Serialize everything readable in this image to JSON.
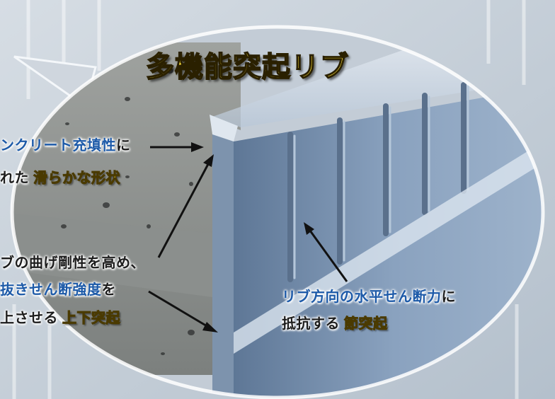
{
  "title": "多機能突起リブ",
  "callouts": {
    "top_left": {
      "line1_blue": "ンクリート充填性",
      "line1_dark": "に",
      "line2_dark": "れた",
      "line2_yellow": "滑らかな形状"
    },
    "bottom_left": {
      "line1_dark": "ブの曲げ剛性を高め、",
      "line2_blue": "抜きせん断強度",
      "line2_dark": "を",
      "line3_dark": "上させる",
      "line3_yellow": "上下突起"
    },
    "bottom_right": {
      "line1_blue": "リブ方向の水平せん断力",
      "line1_dark": "に",
      "line2_dark": "抵抗する",
      "line2_yellow": "節突起"
    }
  },
  "colors": {
    "accent_yellow": "#ffe23a",
    "text_blue": "#1d5aa8",
    "text_dark": "#1c1c1c",
    "steel": "#6f88a6",
    "concrete": "#8f9391"
  }
}
